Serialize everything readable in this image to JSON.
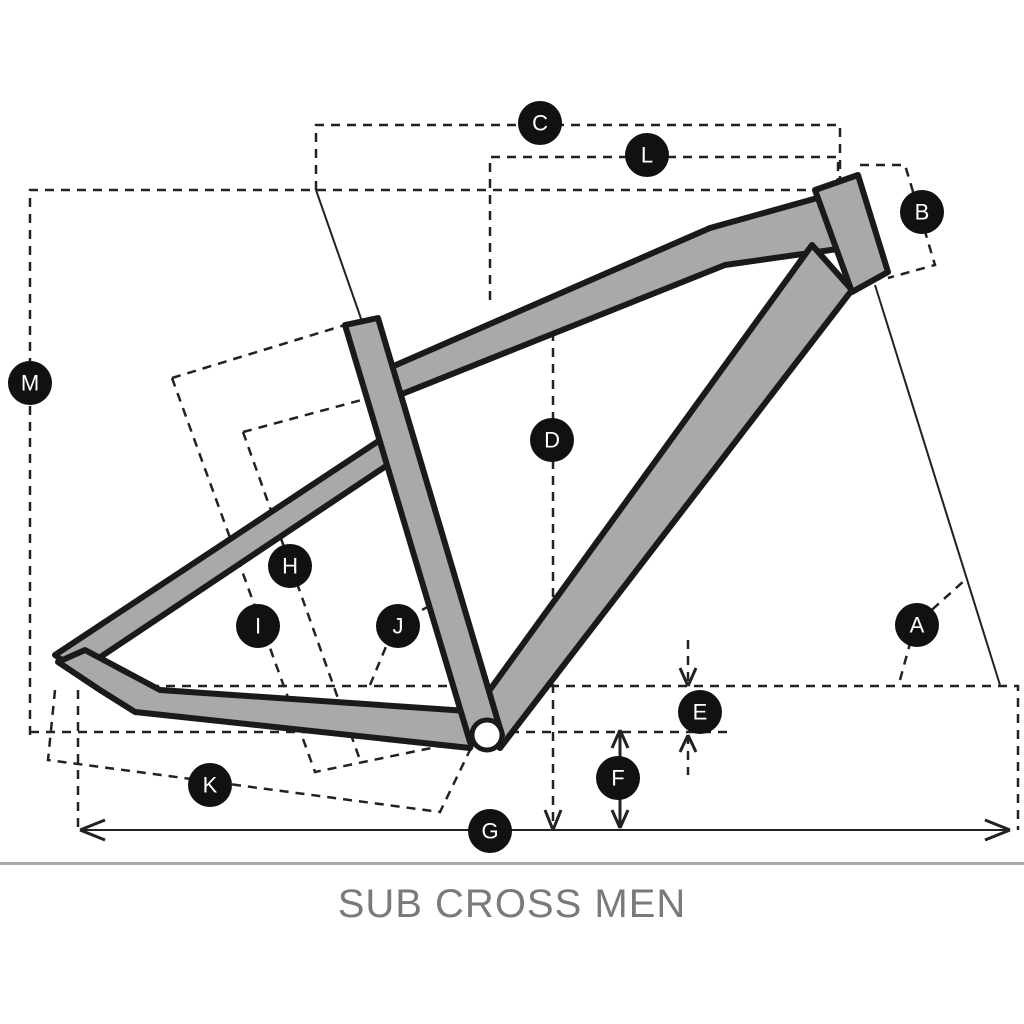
{
  "diagram": {
    "title": "SUB CROSS MEN",
    "labels": [
      "A",
      "B",
      "C",
      "D",
      "E",
      "F",
      "G",
      "H",
      "I",
      "J",
      "K",
      "L",
      "M"
    ],
    "colors": {
      "frame": "#a9a9a9",
      "outline": "#1a1a1a",
      "title": "#7a7a7a"
    }
  }
}
